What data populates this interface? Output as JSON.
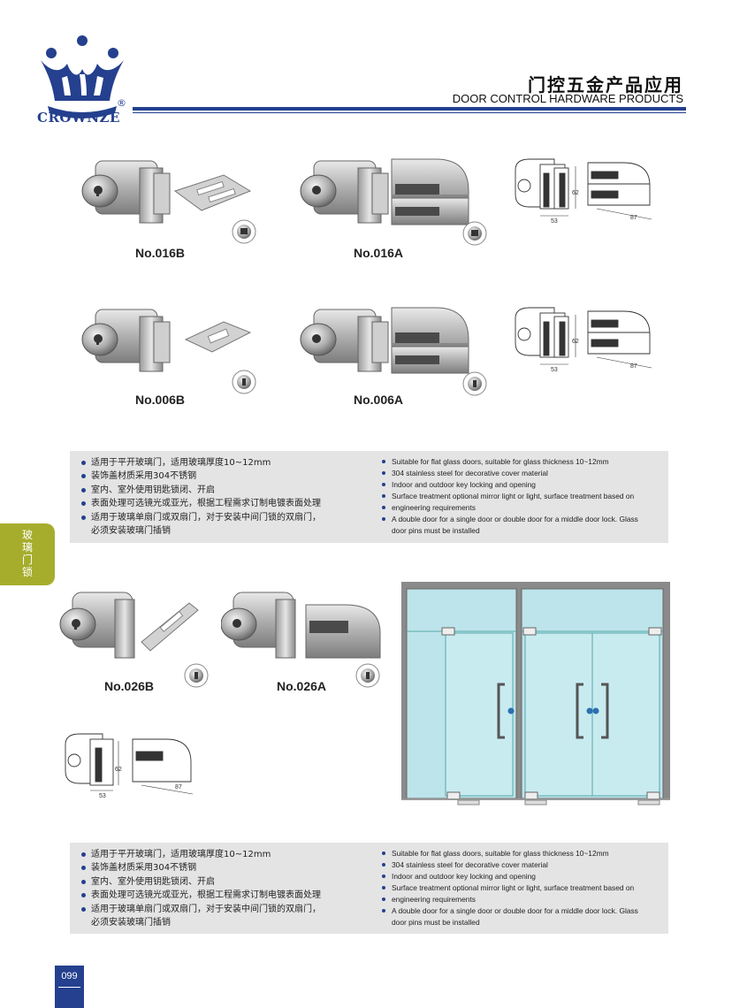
{
  "brand": {
    "name": "CROWNZE",
    "reg_mark": "®"
  },
  "header": {
    "title_cn": "门控五金产品应用",
    "title_en": "DOOR CONTROL HARDWARE PRODUCTS"
  },
  "side_tab": {
    "chars": [
      "玻",
      "璃",
      "门",
      "锁"
    ]
  },
  "products": {
    "p016B": "No.016B",
    "p016A": "No.016A",
    "p006B": "No.006B",
    "p006A": "No.006A",
    "p026B": "No.026B",
    "p026A": "No.026A"
  },
  "dims": {
    "height": "62",
    "depth": "87",
    "width": "53"
  },
  "specs_cn": [
    "适用于平开玻璃门，适用玻璃厚度10~12mm",
    "装饰盖材质采用304不锈钢",
    "室内、室外使用钥匙锁闭、开启",
    "表面处理可选镜光或亚光，根据工程需求订制电镀表面处理",
    "适用于玻璃单扇门或双扇门，对于安装中间门锁的双扇门，",
    "必须安装玻璃门插销"
  ],
  "specs_en": [
    "Suitable for flat glass doors, suitable for glass thickness 10~12mm",
    "304 stainless steel for decorative cover material",
    "Indoor and outdoor key locking and opening",
    "Surface treatment optional mirror light or light, surface treatment based on",
    "engineering requirements",
    "A double door for a single door or double door for a middle door lock. Glass",
    "door pins must be installed"
  ],
  "page": {
    "number": "099"
  },
  "colors": {
    "brand_blue": "#24408e",
    "tab_green": "#a6ad2c",
    "panel_gray": "#e4e4e4",
    "glass": "#bde4ea",
    "frame": "#8a8a8a"
  }
}
